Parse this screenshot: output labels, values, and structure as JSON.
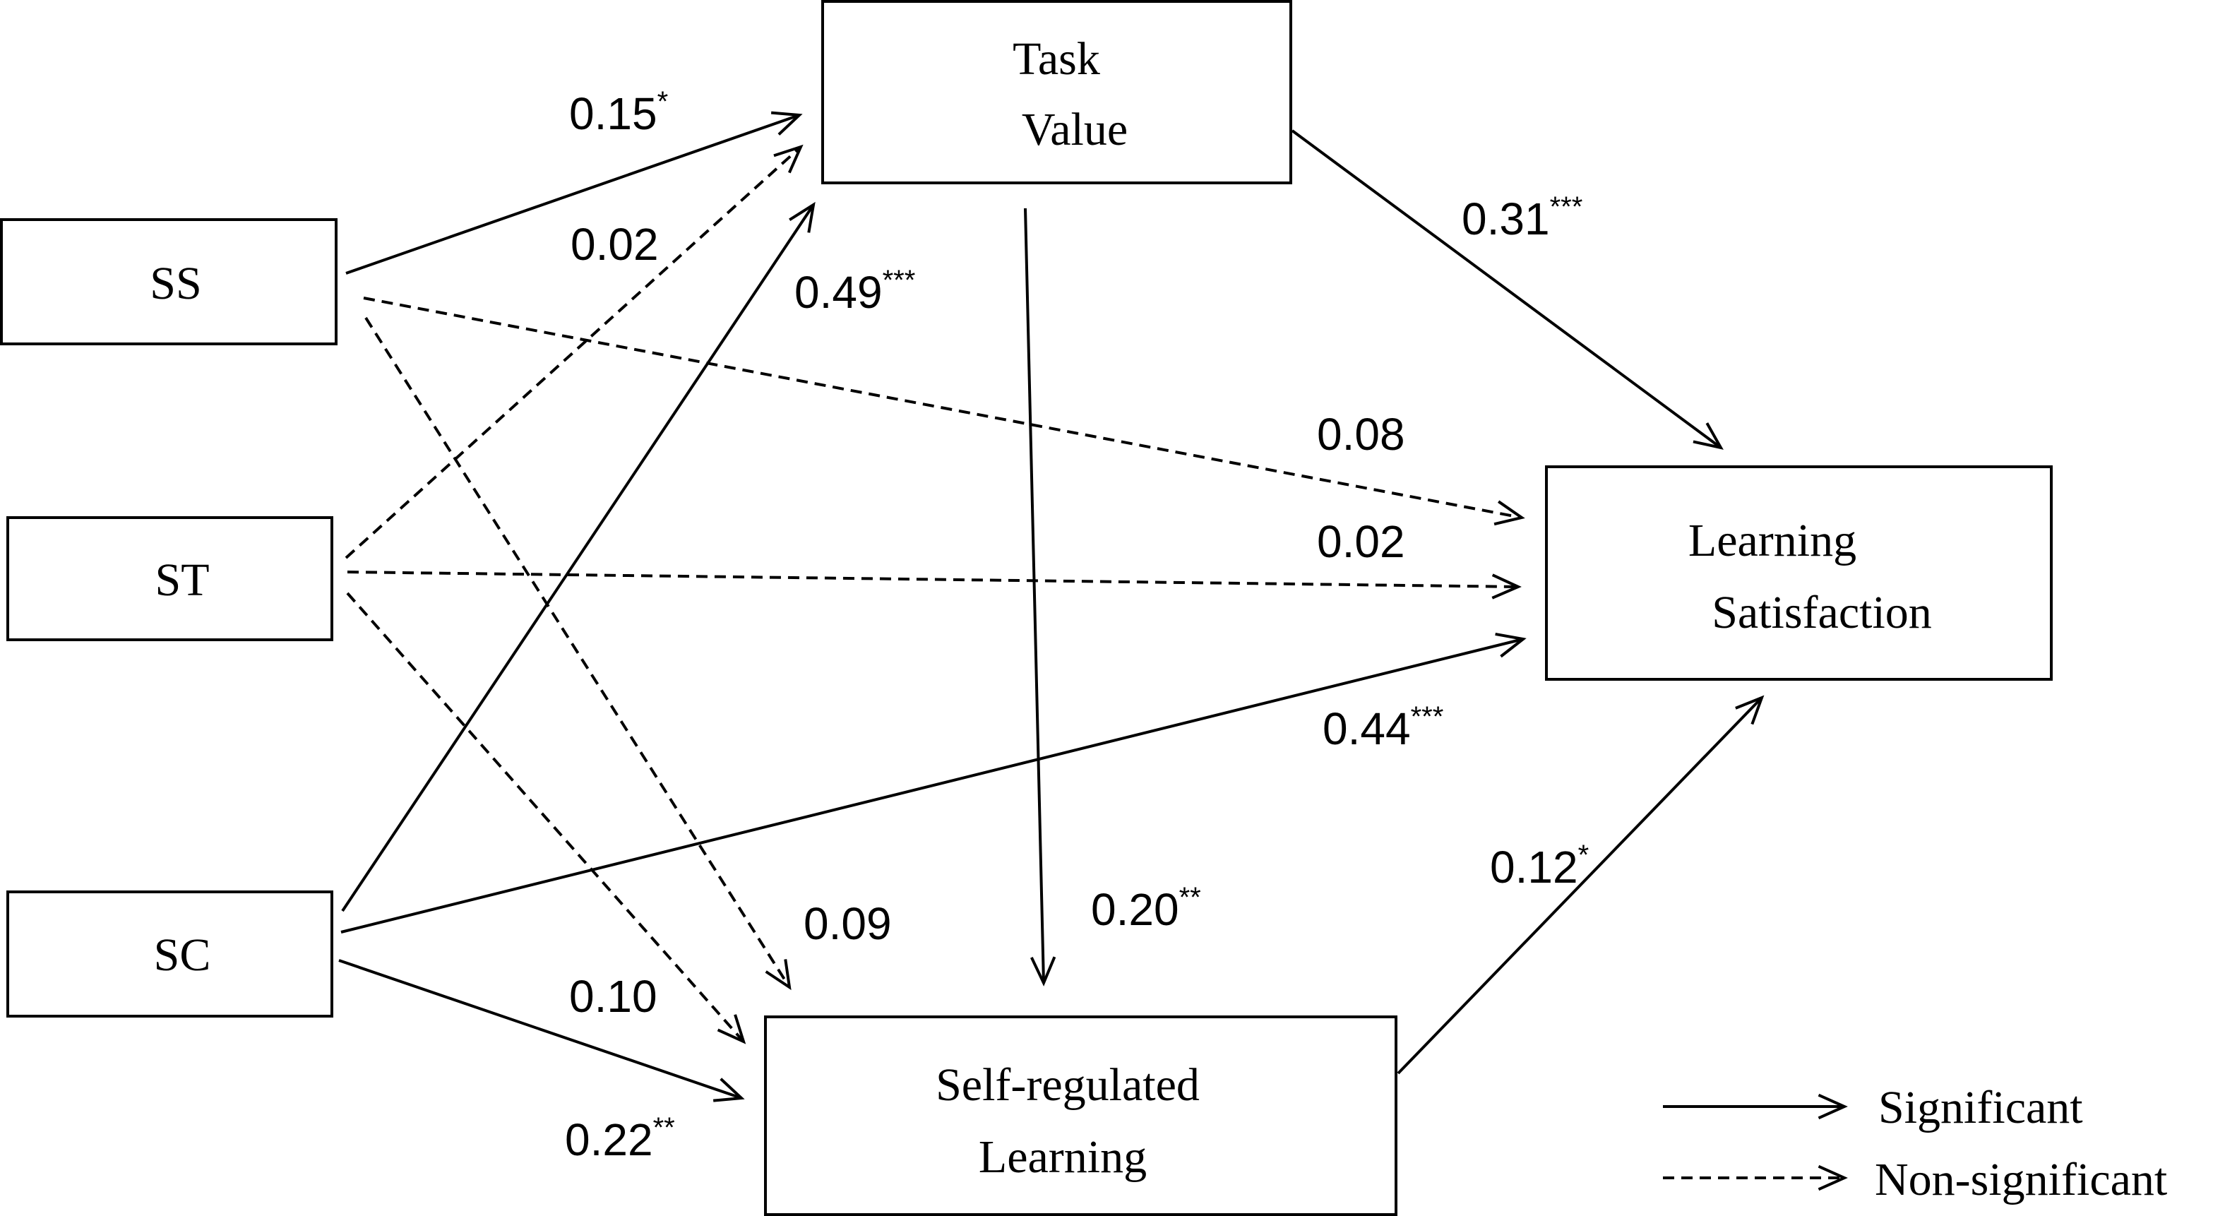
{
  "nodes": {
    "ss": {
      "lines": [
        "SS"
      ]
    },
    "st": {
      "lines": [
        "ST"
      ]
    },
    "sc": {
      "lines": [
        "SC"
      ]
    },
    "task_value": {
      "lines": [
        "Task",
        "Value"
      ]
    },
    "learning_satisfaction": {
      "lines": [
        "Learning",
        "Satisfaction"
      ]
    },
    "self_regulated_learning": {
      "lines": [
        "Self-regulated",
        "Learning"
      ]
    }
  },
  "paths": [
    {
      "from": "SS",
      "to": "Task Value",
      "coef": "0.15",
      "sig": "*",
      "significant": true
    },
    {
      "from": "ST",
      "to": "Task Value",
      "coef": "0.02",
      "sig": "",
      "significant": false
    },
    {
      "from": "SC",
      "to": "Task Value",
      "coef": "0.49",
      "sig": "***",
      "significant": true
    },
    {
      "from": "Task Value",
      "to": "Learning Satisfaction",
      "coef": "0.31",
      "sig": "***",
      "significant": true
    },
    {
      "from": "SS",
      "to": "Learning Satisfaction",
      "coef": "0.08",
      "sig": "",
      "significant": false
    },
    {
      "from": "ST",
      "to": "Learning Satisfaction",
      "coef": "0.02",
      "sig": "",
      "significant": false
    },
    {
      "from": "SC",
      "to": "Learning Satisfaction",
      "coef": "0.44",
      "sig": "***",
      "significant": true
    },
    {
      "from": "Task Value",
      "to": "Self-regulated Learning",
      "coef": "0.20",
      "sig": "**",
      "significant": true
    },
    {
      "from": "SS",
      "to": "Self-regulated Learning",
      "coef": "0.09",
      "sig": "",
      "significant": false
    },
    {
      "from": "ST",
      "to": "Self-regulated Learning",
      "coef": "0.10",
      "sig": "",
      "significant": false
    },
    {
      "from": "SC",
      "to": "Self-regulated Learning",
      "coef": "0.22",
      "sig": "**",
      "significant": true
    },
    {
      "from": "Self-regulated Learning",
      "to": "Learning Satisfaction",
      "coef": "0.12",
      "sig": "*",
      "significant": true
    }
  ],
  "legend": {
    "significant_label": "Significant",
    "non_significant_label": "Non-significant"
  }
}
